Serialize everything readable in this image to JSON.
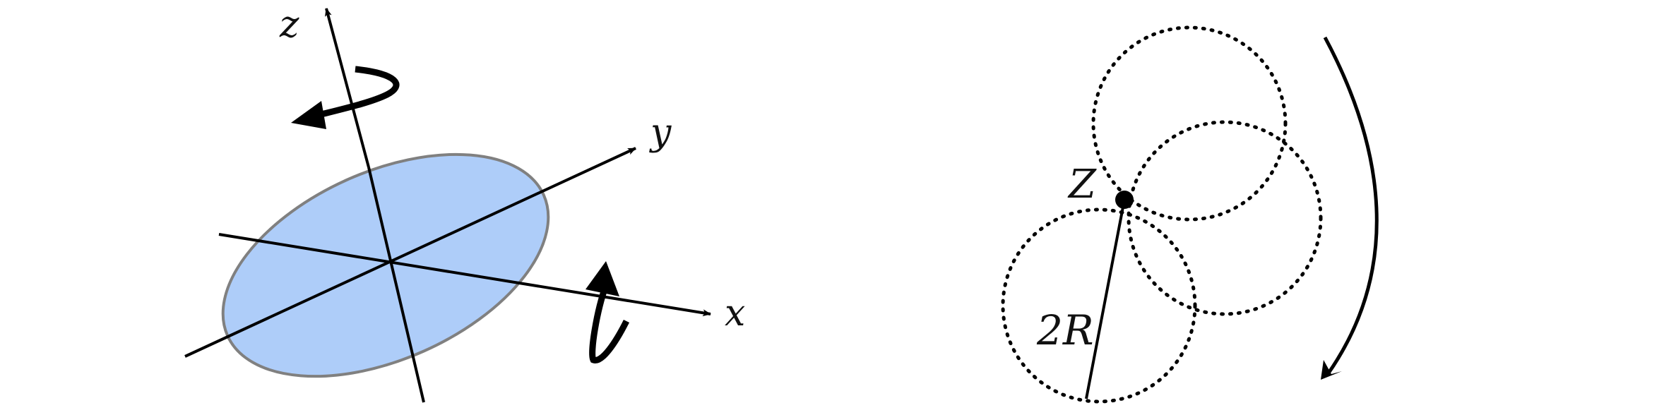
{
  "left_diagram": {
    "labels": {
      "z": "z",
      "y": "y",
      "x": "x"
    },
    "colors": {
      "disk_fill": "#aecdf9",
      "disk_stroke": "#808080",
      "ink": "#000000"
    }
  },
  "right_diagram": {
    "labels": {
      "point": "Z",
      "radius": "2R"
    },
    "colors": {
      "ink": "#000000"
    }
  }
}
